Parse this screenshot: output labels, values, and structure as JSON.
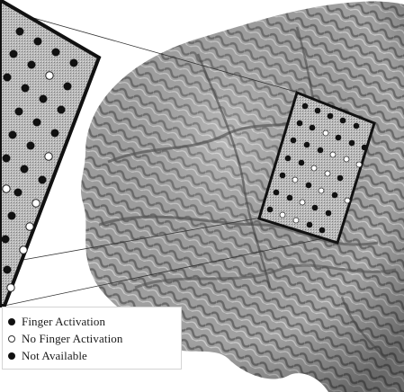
{
  "legend": {
    "items": [
      {
        "label": "Finger Activation",
        "marker": "filled-circle"
      },
      {
        "label": "No Finger Activation",
        "marker": "open-circle"
      },
      {
        "label": "Not Available",
        "marker": "filled-circle"
      }
    ]
  },
  "colors": {
    "brain": "#9e9e9e",
    "brain_shadow": "#5e5e5e",
    "grid_fill": "#b0b0b0",
    "grid_border": "#111111",
    "activation": "#111111",
    "no_activation": "#ffffff"
  }
}
